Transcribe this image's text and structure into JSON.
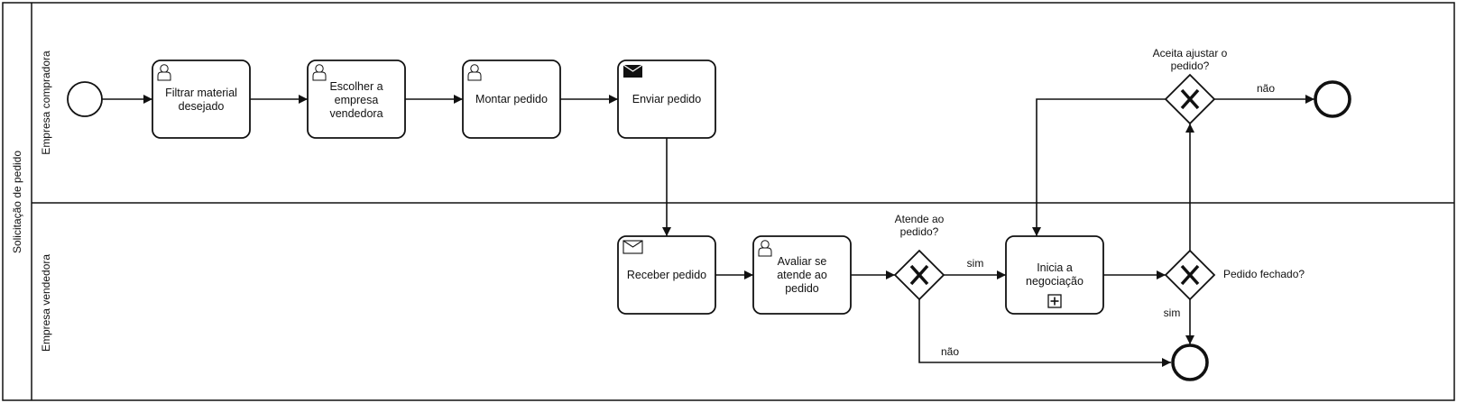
{
  "pool": {
    "label": "Solicitação de pedido"
  },
  "lanes": [
    {
      "label": "Empresa compradora"
    },
    {
      "label": "Empresa vendedora"
    }
  ],
  "tasks": {
    "filtrar": {
      "lines": [
        "Filtrar material",
        "desejado"
      ],
      "icon": "user-icon"
    },
    "escolher": {
      "lines": [
        "Escolher a",
        "empresa",
        "vendedora"
      ],
      "icon": "user-icon"
    },
    "montar": {
      "lines": [
        "Montar pedido"
      ],
      "icon": "user-icon"
    },
    "enviar": {
      "lines": [
        "Enviar pedido"
      ],
      "icon": "send-message-icon"
    },
    "receber": {
      "lines": [
        "Receber pedido"
      ],
      "icon": "receive-message-icon"
    },
    "avaliar": {
      "lines": [
        "Avaliar se",
        "atende ao",
        "pedido"
      ],
      "icon": "user-icon"
    },
    "negociacao": {
      "lines": [
        "Inicia a",
        "negociação"
      ],
      "icon": "subprocess-plus-icon"
    }
  },
  "gateways": {
    "atende": {
      "label_lines": [
        "Atende ao",
        "pedido?"
      ]
    },
    "fechado": {
      "label_lines": [
        "Pedido fechado?"
      ]
    },
    "aceita": {
      "label_lines": [
        "Aceita ajustar o",
        "pedido?"
      ]
    }
  },
  "flow_labels": {
    "atende_sim": "sim",
    "atende_nao": "não",
    "fechado_sim": "sim",
    "aceita_nao": "não"
  }
}
